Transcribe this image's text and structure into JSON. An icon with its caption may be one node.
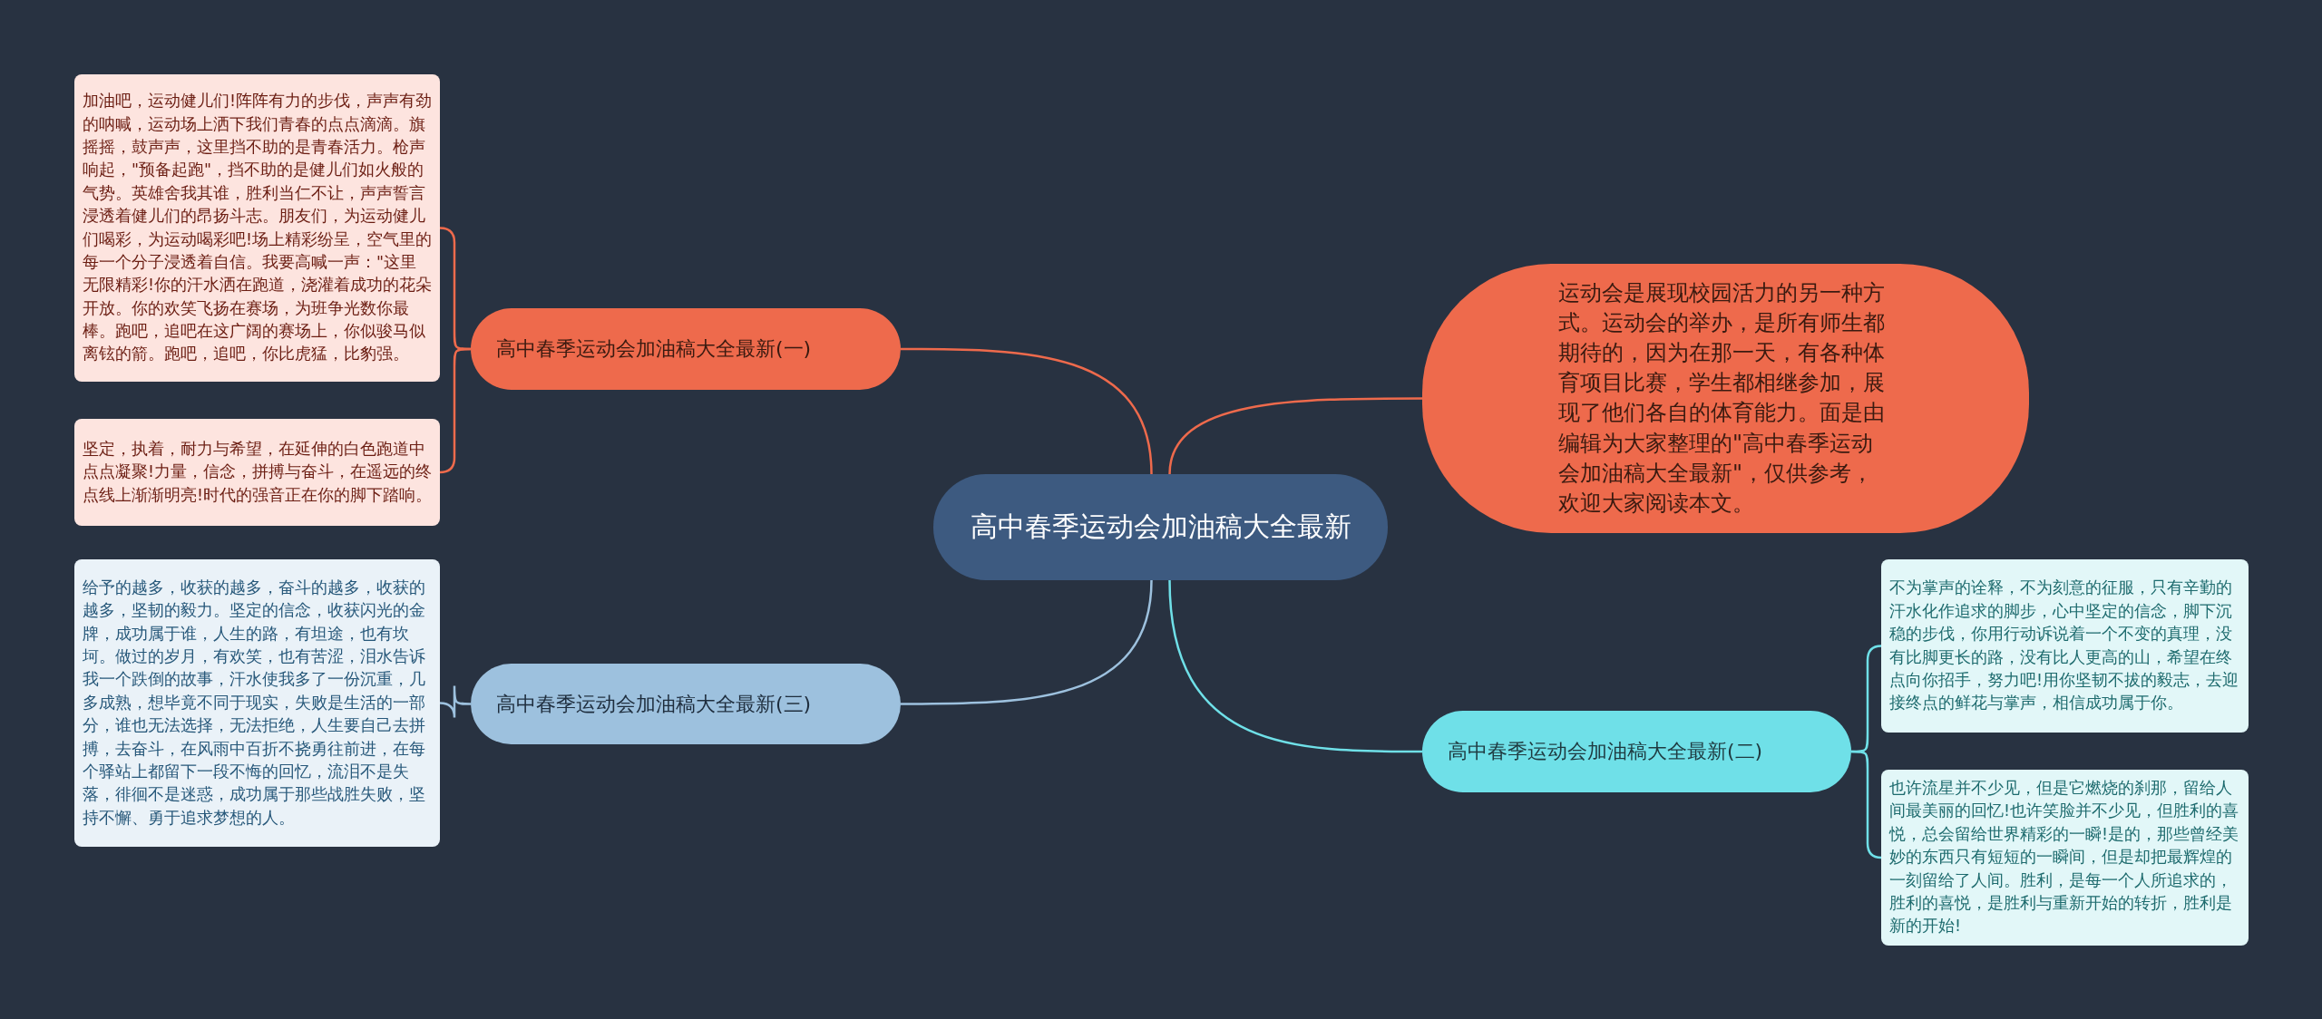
{
  "diagram": {
    "nodes": [
      {
        "text": [
          "高中春季运动会加油稿大全最新"
        ]
      },
      {
        "text": [
          "运动会是展现校园活力的另一种方式。运动会的举办，是所有师生都期待的，因为在那一天，有各种体育项目比赛，学生都相继参加，展现了他们各自的体育能力。面是由编辑为大家整理的\"高中春季运动会加油稿大全最新\"，仅供参考，欢迎大家阅读本文。"
        ]
      },
      {
        "text": [
          "高中春季运动会加油稿大全最新(一)"
        ]
      },
      {
        "text": [
          "加油吧，运动健儿们!阵阵有力的步伐，声声有劲的呐喊，运动场上洒下我们青春的点点滴滴。旗摇摇，鼓声声，这里挡不助的是青春活力。枪声响起，\"预备起跑\"，挡不助的是健儿们如火般的气势。英雄舍我其谁，胜利当仁不让，声声誓言浸透着健儿们的昂扬斗志。朋友们，为运动健儿们喝彩，为运动喝彩吧!场上精彩纷呈，空气里的每一个分子浸透着自信。我要高喊一声：\"这里无限精彩!你的汗水洒在跑道，浇灌着成功的花朵开放。你的欢笑飞扬在赛场，为班争光数你最棒。跑吧，追吧在这广阔的赛场上，你似骏马似离铉的箭。跑吧，追吧，你比虎猛，比豹强。"
        ]
      },
      {
        "text": [
          "坚定，执着，耐力与希望，在延伸的白色跑道中点点凝聚!力量，信念，拼搏与奋斗，在遥远的终点线上渐渐明亮!时代的强音正在你的脚下踏响。"
        ]
      },
      {
        "text": [
          "高中春季运动会加油稿大全最新(二)"
        ]
      },
      {
        "text": [
          "不为掌声的诠释，不为刻意的征服，只有辛勤的汗水化作追求的脚步，心中坚定的信念，脚下沉稳的步伐，你用行动诉说着一个不变的真理，没有比脚更长的路，没有比人更高的山，希望在终点向你招手，努力吧!用你坚韧不拔的毅志，去迎接终点的鲜花与掌声，相信成功属于你。"
        ]
      },
      {
        "text": [
          "也许流星并不少见，但是它燃烧的刹那，留给人间最美丽的回忆!也许笑脸并不少见，但胜利的喜悦，总会留给世界精彩的一瞬!是的，那些曾经美妙的东西只有短短的一瞬间，但是却把最辉煌的一刻留给了人间。胜利，是每一个人所追求的，胜利的喜悦，是胜利与重新开始的转折，胜利是新的开始!"
        ]
      },
      {
        "text": [
          "高中春季运动会加油稿大全最新(三)"
        ]
      },
      {
        "text": [
          "给予的越多，收获的越多，奋斗的越多，收获的越多，坚韧的毅力。坚定的信念，收获闪光的金牌，成功属于谁，人生的路，有坦途，也有坎坷。做过的岁月，有欢笑，也有苦涩，泪水告诉我一个跌倒的故事，汗水使我多了一份沉重，几多成熟，想毕竟不同于现实，失败是生活的一部分，谁也无法选择，无法拒绝，人生要自己去拼搏，去奋斗，在风雨中百折不挠勇往前进，在每个驿站上都留下一段不悔的回忆，流泪不是失落，徘徊不是迷惑，成功属于那些战胜失败，坚持不懈、勇于追求梦想的人。"
        ]
      }
    ],
    "edges": [
      {
        "from": 0,
        "to": 1,
        "arrow": "none",
        "color": "#ee6a4c"
      },
      {
        "from": 0,
        "to": 2,
        "arrow": "none",
        "color": "#ee6a4c"
      },
      {
        "from": 2,
        "to": 3,
        "arrow": "none",
        "color": "#ee6a4c"
      },
      {
        "from": 2,
        "to": 4,
        "arrow": "none",
        "color": "#ee6a4c"
      },
      {
        "from": 0,
        "to": 5,
        "arrow": "none",
        "color": "#6fe0e8"
      },
      {
        "from": 5,
        "to": 6,
        "arrow": "none",
        "color": "#6fe0e8"
      },
      {
        "from": 5,
        "to": 7,
        "arrow": "none",
        "color": "#6fe0e8"
      },
      {
        "from": 0,
        "to": 8,
        "arrow": "none",
        "color": "#9dc1de"
      },
      {
        "from": 8,
        "to": 9,
        "arrow": "none",
        "color": "#9dc1de"
      }
    ]
  }
}
